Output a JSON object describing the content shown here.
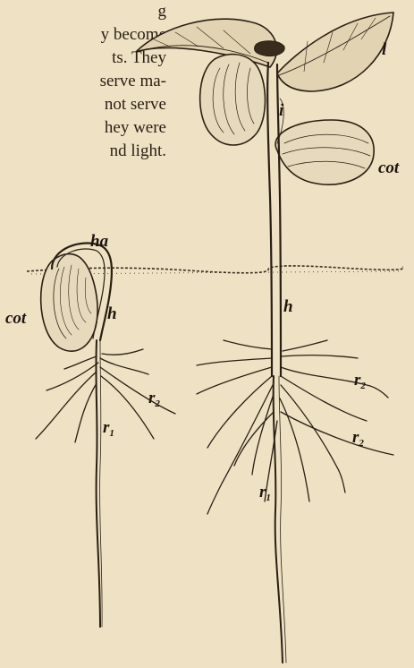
{
  "text_fragment": {
    "lines": [
      "g",
      "y become",
      "ts. They",
      "serve ma-",
      "not serve",
      "hey were",
      "nd light."
    ]
  },
  "figure": {
    "labels": {
      "ha": "ha",
      "cot_left": "cot",
      "h_left": "h",
      "r1_left_main": "r",
      "r1_left_sub": "1",
      "r2_left_main": "r",
      "r2_left_sub": "2",
      "l": "l",
      "i": "i",
      "cot_right": "cot",
      "h_right": "h",
      "r2_right_upper_main": "r",
      "r2_right_upper_sub": "2",
      "r2_right_lower_main": "r",
      "r2_right_lower_sub": "2",
      "r1_right_main": "r",
      "r1_right_sub": "1"
    }
  }
}
